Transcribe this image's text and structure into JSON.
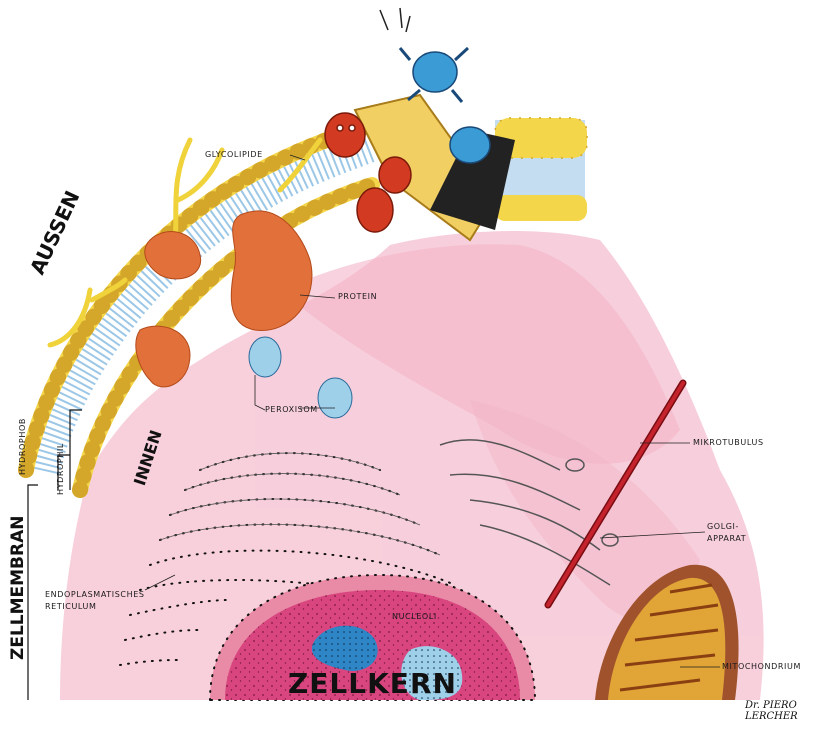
{
  "labels": {
    "aussen": "AUSSEN",
    "innen": "INNEN",
    "zellmembran": "ZELLMEMBRAN",
    "hydrophob": "HYDROPHOB",
    "hydrophil": "HYDROPHIL",
    "glycolipide": "GLYCOLIPIDE",
    "protein": "PROTEIN",
    "peroxisom": "PEROXISOM",
    "mikrotubulus": "MIKROTUBULUS",
    "golgi_line1": "GOLGI-",
    "golgi_line2": "APPARAT",
    "er_line1": "ENDOPLASMATISCHES",
    "er_line2": "RETICULUM",
    "nucleoli": "NUCLEOLI",
    "zellkern": "ZELLKERN",
    "mitochondrium": "MITOCHONDRIUM"
  },
  "signature": {
    "line1": "Dr. PIERO",
    "line2": "LERCHER"
  },
  "colors": {
    "cytoplasm": "#e98aa6",
    "lipid_head": "#f4d64a",
    "lipid_tail": "#9cc7e6",
    "protein": "#e2703a",
    "nucleus": "#d9457f",
    "nucleolus": "#2f86c7",
    "mitochondrion": "#e0a437",
    "microtubule": "#c4222c",
    "er_dots": "#111111",
    "bacteria_red": "#d33a22",
    "frog_blue": "#3a9bd5"
  }
}
